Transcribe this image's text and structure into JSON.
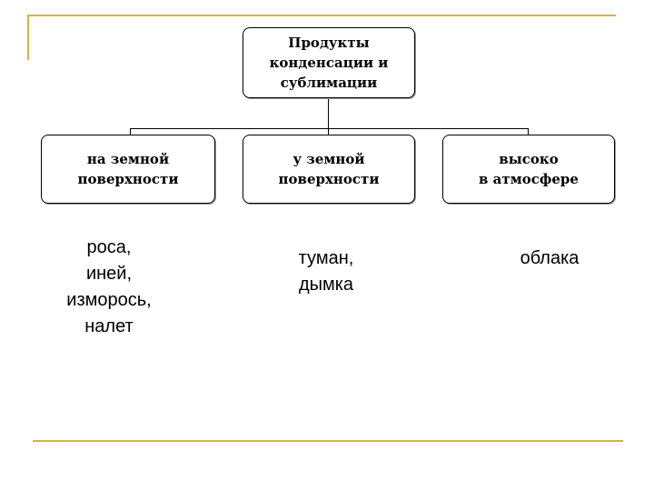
{
  "diagram": {
    "root": {
      "label": "Продукты\nконденсации и\nсублимации"
    },
    "categories": [
      {
        "label": "на земной\nповерхности",
        "examples": "роса,\nиней,\nизморось,\nналет"
      },
      {
        "label": "у земной\nповерхности",
        "examples": "туман,\nдымка"
      },
      {
        "label": "высоко\nв атмосфере",
        "examples": "облака"
      }
    ]
  },
  "colors": {
    "accent_line": "#d9b23a",
    "box_border": "#000000",
    "text": "#000000"
  }
}
